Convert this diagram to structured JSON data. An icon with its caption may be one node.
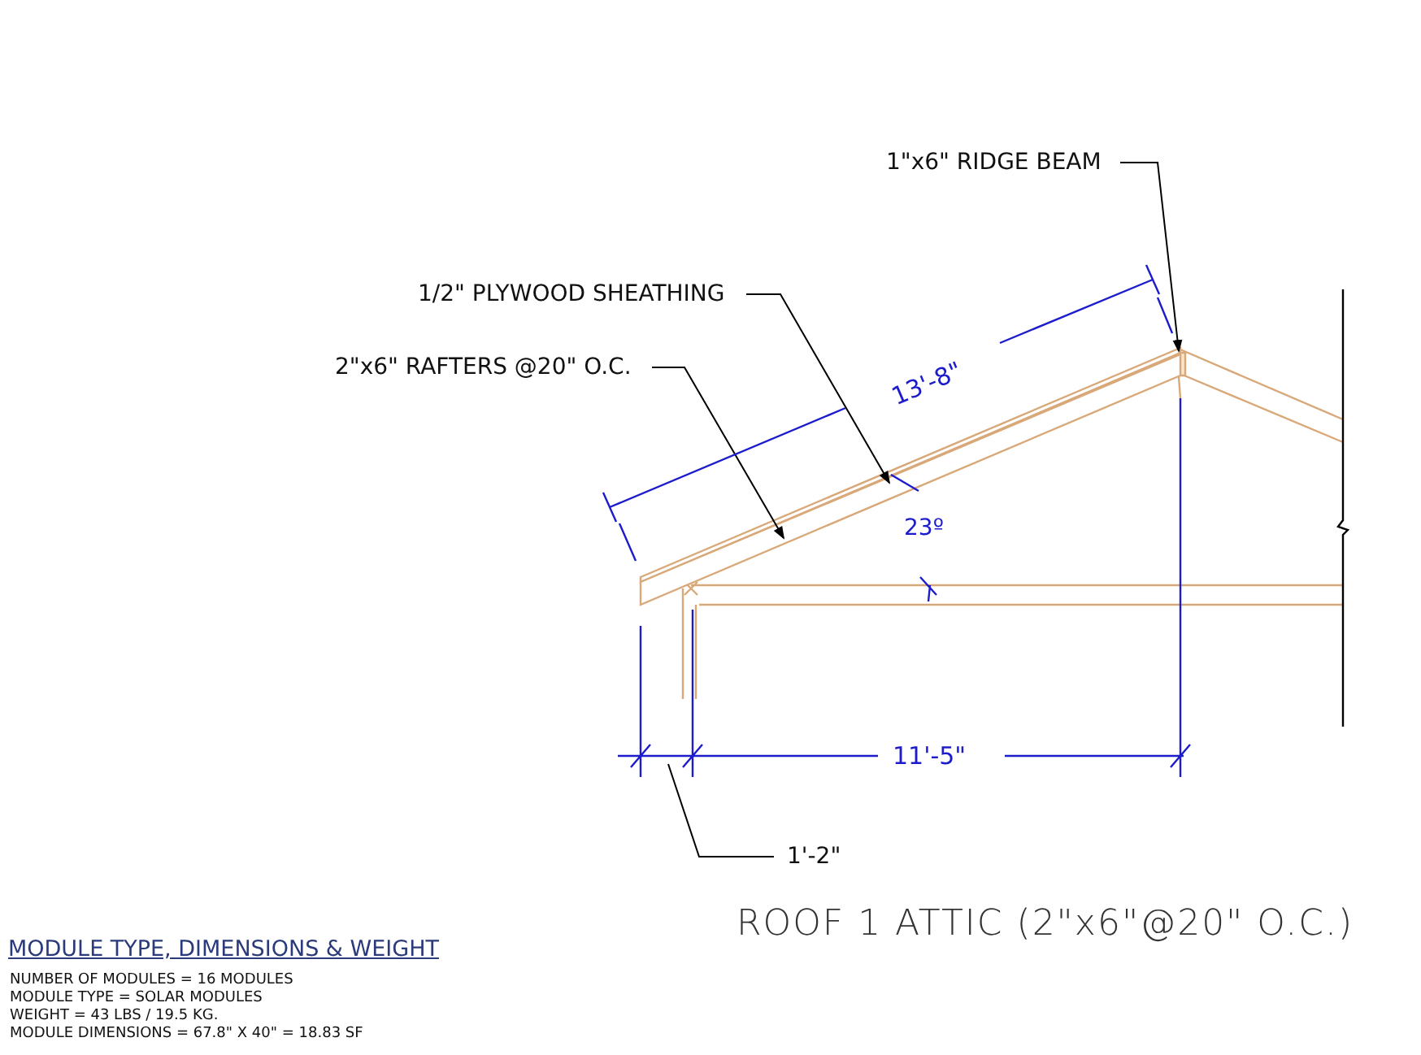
{
  "diagram": {
    "caption": "ROOF 1 ATTIC (2\"x6\"@20\" O.C.)",
    "nodes": [
      {
        "text": [
          "1\"x6\" RIDGE BEAM"
        ]
      },
      {
        "text": [],
        "shape": "box"
      },
      {
        "text": [
          "1/2\" PLYWOOD SHEATHING"
        ]
      },
      {
        "text": [],
        "shape": "bar"
      },
      {
        "text": [
          "2\"x6\" RAFTERS @20\" O.C."
        ]
      },
      {
        "text": [],
        "shape": "bar"
      },
      {
        "text": [
          "1'-2\""
        ]
      }
    ],
    "edges": [
      {
        "from": 0,
        "to": 1,
        "arrow": "to"
      },
      {
        "from": 2,
        "to": 3,
        "arrow": "to"
      },
      {
        "from": 4,
        "to": 5,
        "arrow": "to"
      },
      {
        "from": 6,
        "to": null,
        "arrow": "none"
      }
    ],
    "labels": [
      "13'-8\"",
      "23º",
      "11'-5\"",
      "MODULE TYPE, DIMENSIONS & WEIGHT",
      "NUMBER OF MODULES = 16 MODULES",
      "MODULE TYPE = SOLAR MODULES",
      "WEIGHT = 43 LBS / 19.5 KG.",
      "MODULE DIMENSIONS = 67.8\" X 40\" = 18.83 SF"
    ]
  }
}
